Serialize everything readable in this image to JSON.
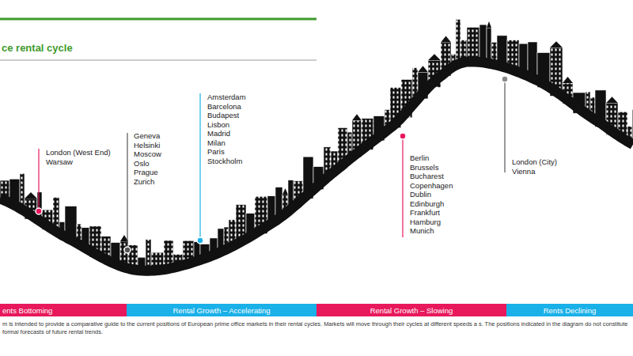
{
  "diagram": {
    "title": "ce rental cycle",
    "caption": "m is intended to provide a comparative guide to the current positions of European prime office markets in their rental cycles. Markets will move through their cycles at different speeds a s. The positions indicated in the diagram do not constitute formal forecasts of future rental trends.",
    "nodes": [
      {
        "text": [
          "ents Bottoming"
        ]
      },
      {
        "text": [
          "Rental Growth – Accelerating"
        ]
      },
      {
        "text": [
          "Rental Growth – Slowing"
        ]
      },
      {
        "text": [
          "Rents Declining"
        ]
      }
    ],
    "labels": [
      "London (West End)",
      "Warsaw",
      "Geneva",
      "Helsinki",
      "Moscow",
      "Oslo",
      "Prague",
      "Zurich",
      "Amsterdam",
      "Barcelona",
      "Budapest",
      "Lisbon",
      "Madrid",
      "Milan",
      "Paris",
      "Stockholm",
      "Berlin",
      "Brussels",
      "Bucharest",
      "Copenhagen",
      "Dublin",
      "Edinburgh",
      "Frankfurt",
      "Hamburg",
      "Munich",
      "London (City)",
      "Vienna"
    ]
  }
}
